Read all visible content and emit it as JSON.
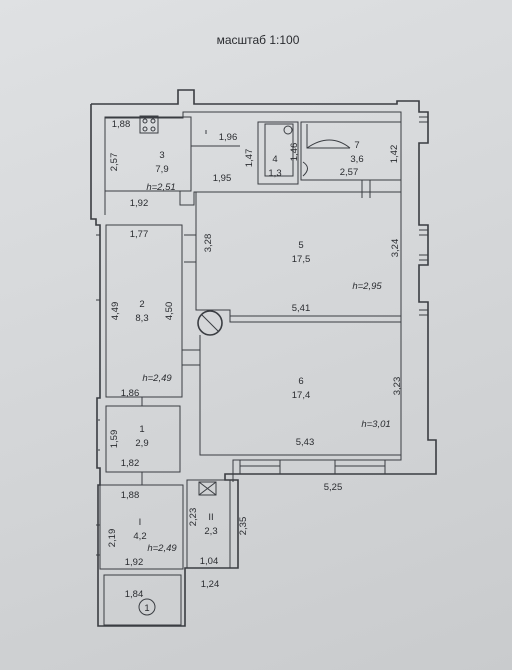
{
  "title": "масштаб 1:100",
  "rooms": [
    {
      "id": "room-3",
      "num": "3",
      "area": "7,9",
      "height": "h=2,51"
    },
    {
      "id": "room-4",
      "num": "4",
      "area": "1,3"
    },
    {
      "id": "room-7",
      "num": "7",
      "area": "3,6"
    },
    {
      "id": "room-5",
      "num": "5",
      "area": "17,5",
      "height": "h=2,95"
    },
    {
      "id": "room-2",
      "num": "2",
      "area": "8,3",
      "height": "h=2,49"
    },
    {
      "id": "room-6",
      "num": "6",
      "area": "17,4",
      "height": "h=3,01"
    },
    {
      "id": "room-1",
      "num": "1",
      "area": "2,9"
    },
    {
      "id": "room-I",
      "num": "I",
      "area": "4,2",
      "height": "h=2,49"
    },
    {
      "id": "room-II",
      "num": "II",
      "area": "2,3"
    }
  ],
  "dimensions": [
    "1,88",
    "1,96",
    "2,57",
    "1,47",
    "1,46",
    "1,42",
    "1,95",
    "2,57",
    "1,92",
    "1,77",
    "3,28",
    "3,24",
    "4,49",
    "4,50",
    "5,41",
    "1,86",
    "3,23",
    "1,59",
    "5,43",
    "1,82",
    "5,25",
    "1,88",
    "2,23",
    "2,35",
    "2,19",
    "1,92",
    "1,04",
    "1,24",
    "1,84"
  ],
  "marker": "1"
}
